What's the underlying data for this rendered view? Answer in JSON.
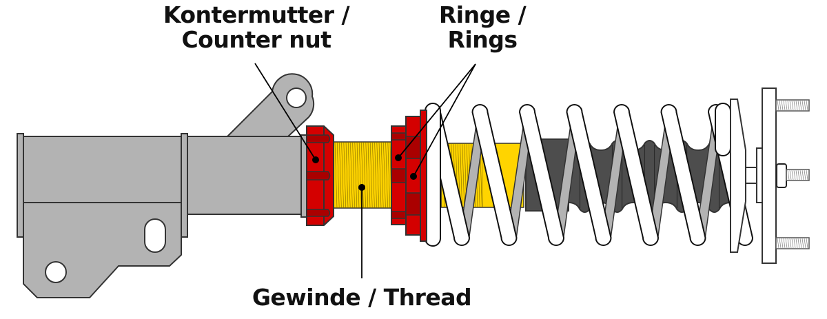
{
  "diagram": {
    "subject": "Coilover shock absorber",
    "labels": {
      "counter_nut": {
        "line1": "Kontermutter /",
        "line2": "Counter nut"
      },
      "rings": {
        "line1": "Ringe /",
        "line2": "Rings"
      },
      "thread": {
        "line1": "Gewinde / Thread"
      }
    },
    "colors": {
      "housing": "#b3b3b3",
      "outline": "#333333",
      "nut_red": "#d40000",
      "nut_dark_red": "#aa0000",
      "thread_yellow": "#ffd400",
      "bellows": "#4d4d4d",
      "spring": "#ffffff",
      "callout_line": "#000000"
    },
    "spring_coil_count": 7
  }
}
